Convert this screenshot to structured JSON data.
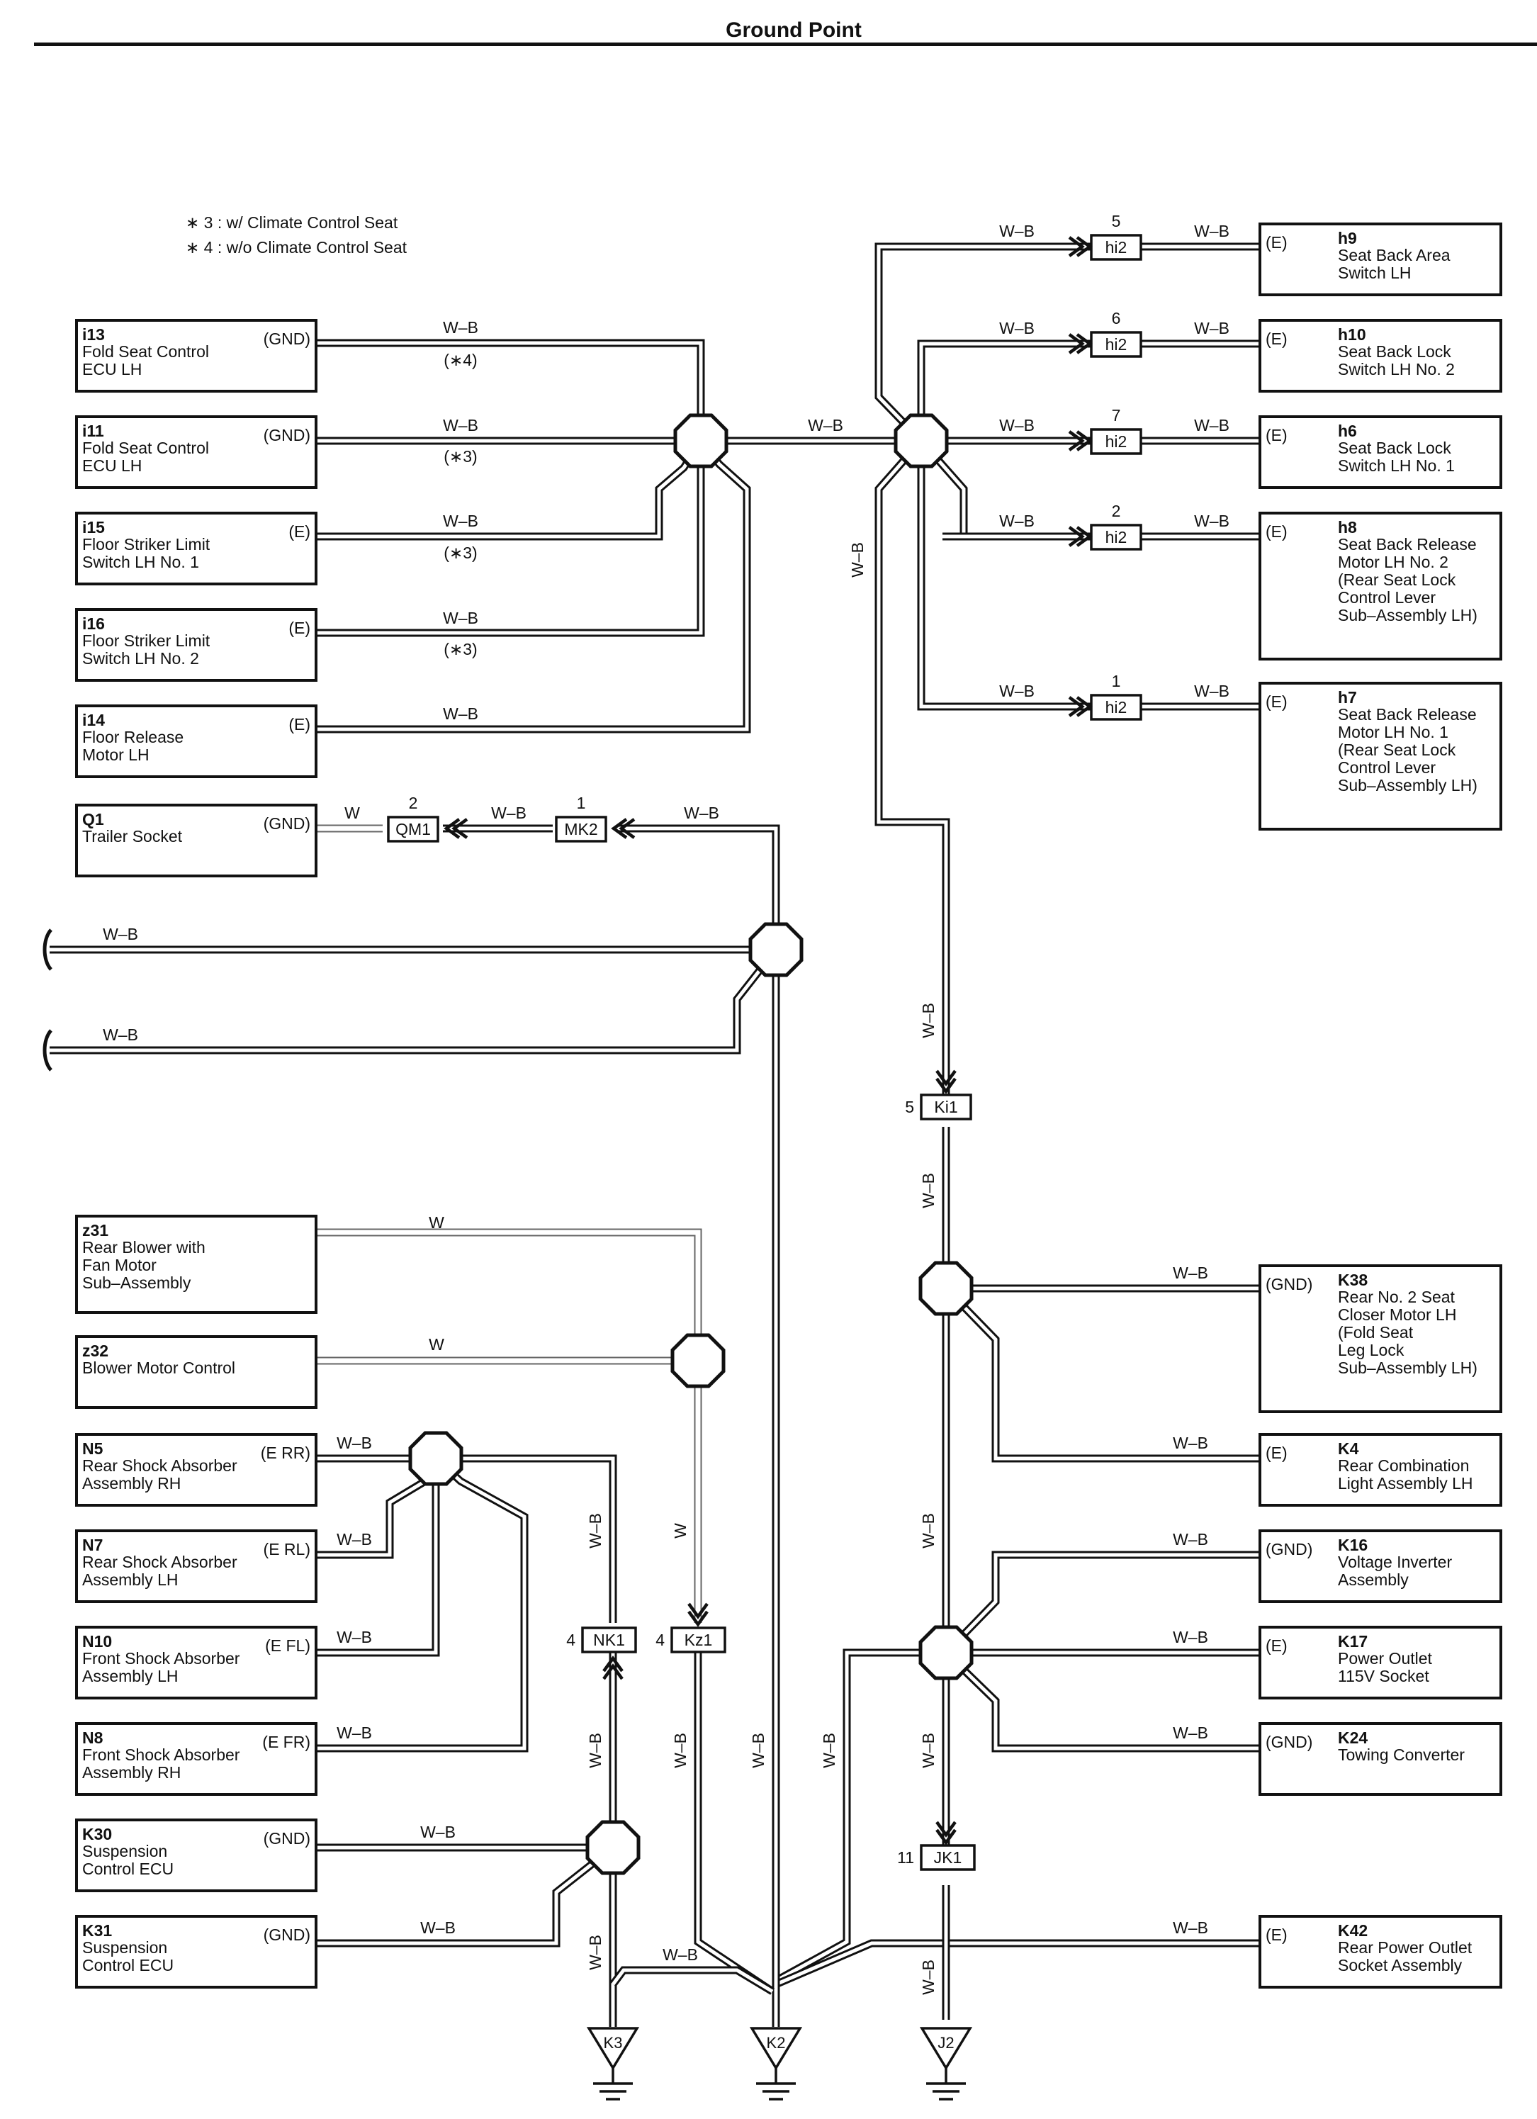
{
  "page": {
    "title": "Ground Point"
  },
  "notes": [
    "∗ 3 : w/ Climate Control Seat",
    "∗ 4 : w/o Climate Control Seat"
  ],
  "components": [
    {
      "code": "i13",
      "lines": [
        "Fold Seat Control",
        "ECU LH"
      ],
      "pin": "(GND)"
    },
    {
      "code": "i11",
      "lines": [
        "Fold Seat Control",
        "ECU LH"
      ],
      "pin": "(GND)"
    },
    {
      "code": "i15",
      "lines": [
        "Floor Striker Limit",
        "Switch LH No. 1"
      ],
      "pin": "(E)"
    },
    {
      "code": "i16",
      "lines": [
        "Floor Striker Limit",
        "Switch LH No. 2"
      ],
      "pin": "(E)"
    },
    {
      "code": "i14",
      "lines": [
        "Floor Release",
        "Motor LH"
      ],
      "pin": "(E)"
    },
    {
      "code": "Q1",
      "lines": [
        "Trailer Socket"
      ],
      "pin": "(GND)"
    },
    {
      "code": "z31",
      "lines": [
        "Rear Blower with",
        "Fan Motor",
        "Sub–Assembly"
      ],
      "pin": ""
    },
    {
      "code": "z32",
      "lines": [
        "Blower Motor Control"
      ],
      "pin": ""
    },
    {
      "code": "N5",
      "lines": [
        "Rear Shock Absorber",
        "Assembly RH"
      ],
      "pin": "(E RR)"
    },
    {
      "code": "N7",
      "lines": [
        "Rear Shock Absorber",
        "Assembly LH"
      ],
      "pin": "(E RL)"
    },
    {
      "code": "N10",
      "lines": [
        "Front Shock Absorber",
        "Assembly LH"
      ],
      "pin": "(E FL)"
    },
    {
      "code": "N8",
      "lines": [
        "Front Shock Absorber",
        "Assembly RH"
      ],
      "pin": "(E FR)"
    },
    {
      "code": "K30",
      "lines": [
        "Suspension",
        "Control ECU"
      ],
      "pin": "(GND)"
    },
    {
      "code": "K31",
      "lines": [
        "Suspension",
        "Control ECU"
      ],
      "pin": "(GND)"
    },
    {
      "code": "h9",
      "lines": [
        "Seat Back Area",
        "Switch LH"
      ],
      "pin": "(E)"
    },
    {
      "code": "h10",
      "lines": [
        "Seat Back Lock",
        "Switch LH No. 2"
      ],
      "pin": "(E)"
    },
    {
      "code": "h6",
      "lines": [
        "Seat Back Lock",
        "Switch LH No. 1"
      ],
      "pin": "(E)"
    },
    {
      "code": "h8",
      "lines": [
        "Seat Back Release",
        "Motor LH No. 2",
        "(Rear Seat Lock",
        " Control Lever",
        " Sub–Assembly LH)"
      ],
      "pin": "(E)"
    },
    {
      "code": "h7",
      "lines": [
        "Seat Back Release",
        "Motor LH No. 1",
        "(Rear Seat Lock",
        " Control Lever",
        " Sub–Assembly LH)"
      ],
      "pin": "(E)"
    },
    {
      "code": "K38",
      "lines": [
        "Rear No. 2 Seat",
        "Closer Motor LH",
        "(Fold Seat",
        " Leg Lock",
        " Sub–Assembly LH)"
      ],
      "pin": "(GND)"
    },
    {
      "code": "K4",
      "lines": [
        "Rear Combination",
        "Light Assembly LH"
      ],
      "pin": "(E)"
    },
    {
      "code": "K16",
      "lines": [
        "Voltage Inverter",
        "Assembly"
      ],
      "pin": "(GND)"
    },
    {
      "code": "K17",
      "lines": [
        "Power Outlet",
        "115V Socket"
      ],
      "pin": "(E)"
    },
    {
      "code": "K24",
      "lines": [
        "Towing Converter"
      ],
      "pin": "(GND)"
    },
    {
      "code": "K42",
      "lines": [
        "Rear Power Outlet",
        "Socket Assembly"
      ],
      "pin": "(E)"
    }
  ],
  "connectors": [
    {
      "code": "hi2",
      "pin": "5"
    },
    {
      "code": "hi2",
      "pin": "6"
    },
    {
      "code": "hi2",
      "pin": "7"
    },
    {
      "code": "hi2",
      "pin": "2"
    },
    {
      "code": "hi2",
      "pin": "1"
    },
    {
      "code": "QM1",
      "pin": "2"
    },
    {
      "code": "MK2",
      "pin": "1"
    },
    {
      "code": "Ki1",
      "pin": "5"
    },
    {
      "code": "NK1",
      "pin": "4"
    },
    {
      "code": "Kz1",
      "pin": "4"
    },
    {
      "code": "JK1",
      "pin": "11"
    }
  ],
  "grounds": [
    "K3",
    "K2",
    "J2"
  ],
  "wire_colors": {
    "wb": "W–B",
    "w": "W"
  },
  "variant_marks": {
    "m4": "(∗4)",
    "m3": "(∗3)"
  }
}
